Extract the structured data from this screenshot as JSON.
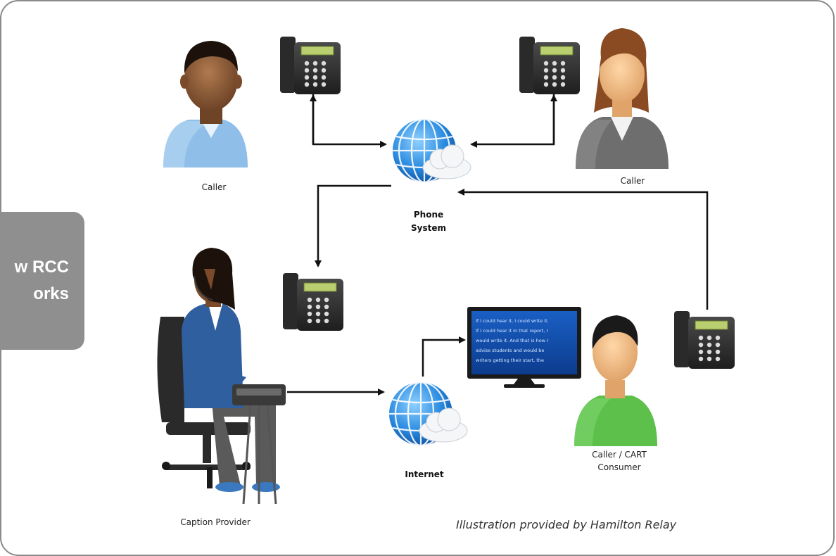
{
  "side_tab": {
    "line1": "w RCC",
    "line2": "orks"
  },
  "labels": {
    "caller_left": "Caller",
    "caller_right": "Caller",
    "phone_system_line1": "Phone",
    "phone_system_line2": "System",
    "internet": "Internet",
    "caller_cart_line1": "Caller / CART",
    "caller_cart_line2": "Consumer",
    "caption_provider": "Caption Provider"
  },
  "screen_text": [
    "If I could hear it, I could write it.",
    "If I could hear it in that report, I",
    "would write it. And that is how I",
    "advise students and would be",
    "writers getting their start, the"
  ],
  "credit": "Illustration provided by Hamilton Relay",
  "colors": {
    "tab": "#8f8f8f",
    "frame": "#8a8a8a",
    "globe": "#1f7fd6",
    "caller_left_shirt": "#8fbfe8",
    "caller_right_suit": "#6e6e6e",
    "cart_shirt": "#5cc04a",
    "provider_suit": "#2f5f9e"
  },
  "icons": [
    "person-icon",
    "desk-phone-icon",
    "globe-cloud-icon",
    "monitor-icon",
    "office-chair-icon",
    "stenotype-icon"
  ]
}
